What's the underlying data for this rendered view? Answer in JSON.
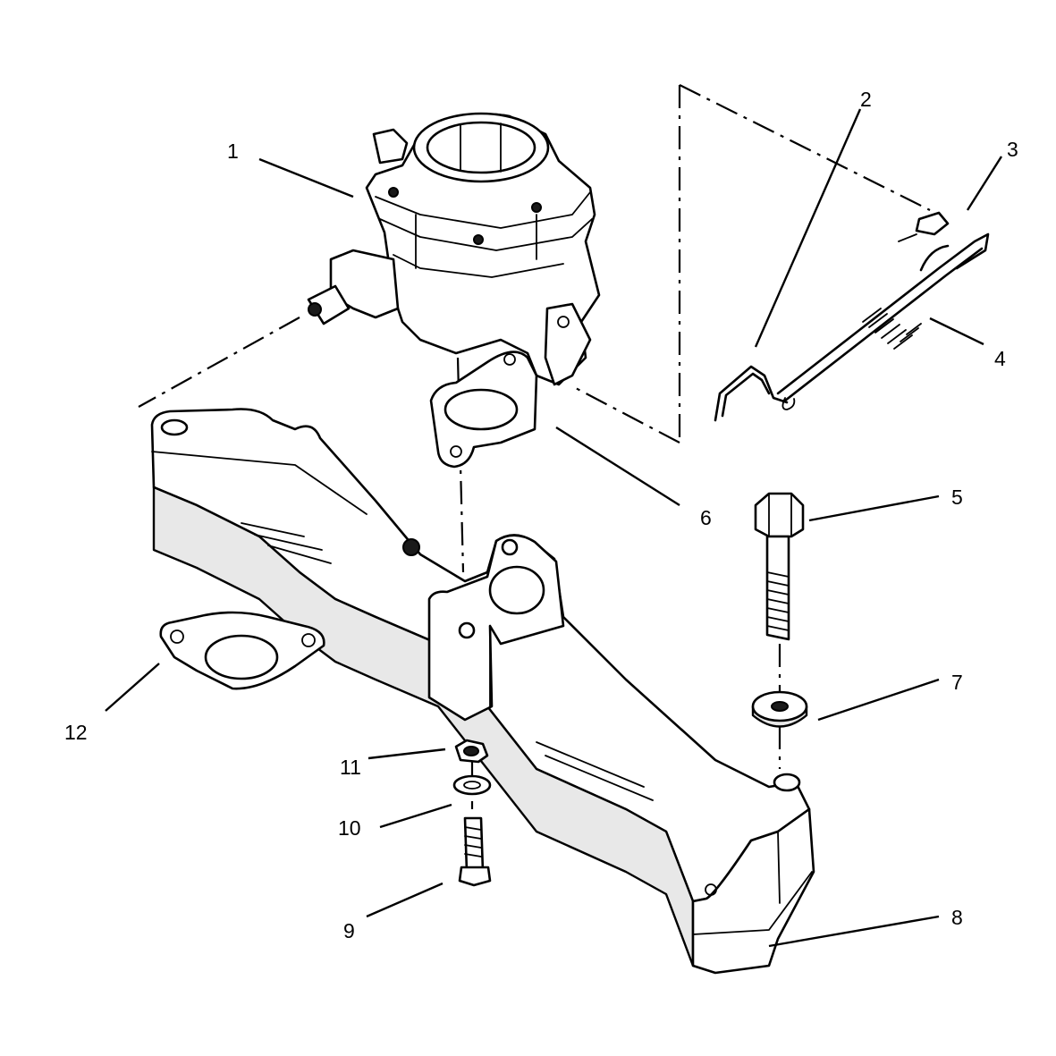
{
  "callouts": [
    {
      "label": "1",
      "part": "carburetor"
    },
    {
      "label": "2",
      "part": "throttle-rod"
    },
    {
      "label": "3",
      "part": "rod-clip"
    },
    {
      "label": "4",
      "part": "return-spring"
    },
    {
      "label": "5",
      "part": "manifold-bolt"
    },
    {
      "label": "6",
      "part": "carburetor-gasket"
    },
    {
      "label": "7",
      "part": "bolt-washer"
    },
    {
      "label": "8",
      "part": "intake-manifold"
    },
    {
      "label": "9",
      "part": "stud-bolt"
    },
    {
      "label": "10",
      "part": "lock-washer"
    },
    {
      "label": "11",
      "part": "nut"
    },
    {
      "label": "12",
      "part": "manifold-gasket"
    }
  ],
  "colors": {
    "ink": "#000000",
    "background": "#ffffff",
    "shade": "#e8e8e8"
  }
}
